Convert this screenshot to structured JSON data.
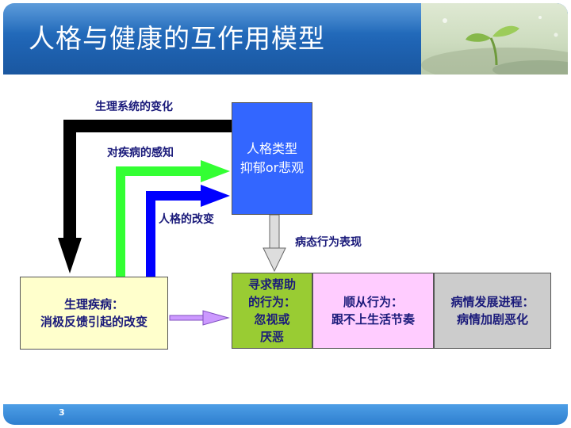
{
  "slide": {
    "title": "人格与健康的互作用模型",
    "page_number": "3"
  },
  "diagram": {
    "personality_box": {
      "line1": "人格类型",
      "line2": "抑郁or悲观"
    },
    "disease_box": {
      "line1": "生理疾病：",
      "line2": "消极反馈引起的改变"
    },
    "behavior_boxes": [
      {
        "lines": [
          "寻求帮助",
          "的行为：",
          "忽视或",
          "厌恶"
        ]
      },
      {
        "lines": [
          "顺从行为：",
          "跟不上生活节奏"
        ]
      },
      {
        "lines": [
          "病情发展进程：",
          "病情加剧恶化"
        ]
      }
    ],
    "arrow_labels": {
      "physiological": "生理系统的变化",
      "perception": "对疾病的感知",
      "personality_change": "人格的改变",
      "illness_behavior": "病态行为表现"
    }
  },
  "colors": {
    "header_blue": "#1f64b4",
    "black_arrow": "#000000",
    "green_arrow": "#33ff33",
    "blue_arrow": "#0000ff",
    "personality_box": "#3366ff",
    "disease_box": "#ffffcc",
    "help_box": "#99cc33",
    "comply_box": "#ffccff",
    "progress_box": "#cccccc",
    "label_text": "#1a1a7a"
  }
}
